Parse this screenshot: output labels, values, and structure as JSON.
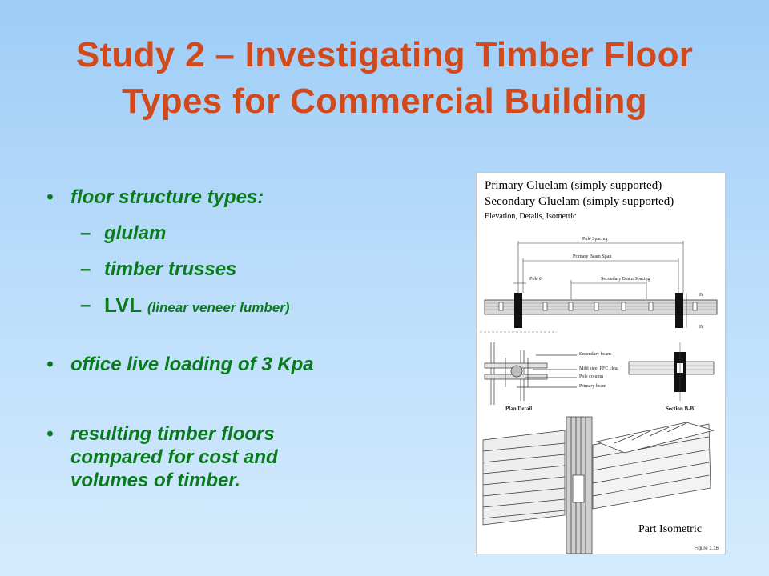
{
  "title": {
    "line1": "Study 2 – Investigating Timber  Floor",
    "line2": "Types for Commercial Building"
  },
  "bullets": {
    "bullet_char": "•",
    "dash_char": "–",
    "item1": "floor structure types:",
    "sub1": "glulam",
    "sub2": "timber trusses",
    "sub3_main": "LVL",
    "sub3_note": "(linear veneer lumber)",
    "item2": "office live loading of 3 Kpa",
    "item3_line1": "resulting timber floors",
    "item3_line2": "compared for cost and",
    "item3_line3": "volumes of timber."
  },
  "figure": {
    "heading1": "Primary Gluelam  (simply supported)",
    "heading2": "Secondary Gluelam  (simply supported)",
    "subheading": "Elevation, Details, Isometric",
    "dim_pole_spacing": "Pole Spacing",
    "dim_primary_span": "Primary Beam Span",
    "dim_pole_dia": "Pole Ø",
    "dim_secondary_spacing": "Secondary Beam Spacing",
    "mark_b": "B",
    "mark_b_prime": "B'",
    "callout_secondary": "Secondary beam",
    "callout_cleat": "Mild steel PFC cleat",
    "callout_pole": "Pole column",
    "callout_primary": "Primary beam",
    "plan_detail": "Plan Detail",
    "section_bb": "Section B-B'",
    "part_isometric": "Part Isometric",
    "caption": "Figure 1.16"
  }
}
